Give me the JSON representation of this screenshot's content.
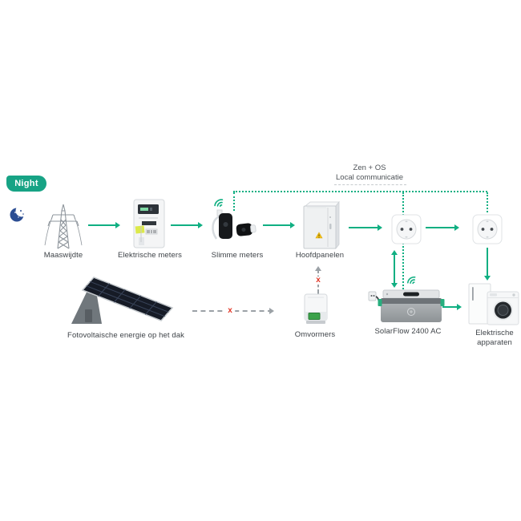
{
  "badge": {
    "label": "Night"
  },
  "communication": {
    "line1": "Zen + OS",
    "line2": "Local communicatie"
  },
  "nodes": {
    "grid": {
      "label": "Maaswijdte"
    },
    "electric_meter": {
      "label": "Elektrische meters"
    },
    "smart_meter": {
      "label": "Slimme meters"
    },
    "main_panel": {
      "label": "Hoofdpanelen"
    },
    "solar_roof": {
      "label": "Fotovoltaische energie op het dak"
    },
    "inverter": {
      "label": "Omvormers"
    },
    "solarflow": {
      "label": "SolarFlow 2400 AC"
    },
    "appliances": {
      "label": "Elektrische apparaten"
    }
  },
  "markers": {
    "blocked": "x"
  },
  "icons": {
    "moon": "crescent-moon-with-stars",
    "wifi": "wifi-signal",
    "outlet": "wall-socket",
    "warning": "warning-triangle"
  },
  "colors": {
    "arrow_green": "#10af82",
    "badge_green": "#17a385",
    "dashed_gray": "#9ba1a6",
    "blocked_red": "#e23727",
    "moon_navy": "#2b4d93",
    "label_text": "#3e4348"
  }
}
